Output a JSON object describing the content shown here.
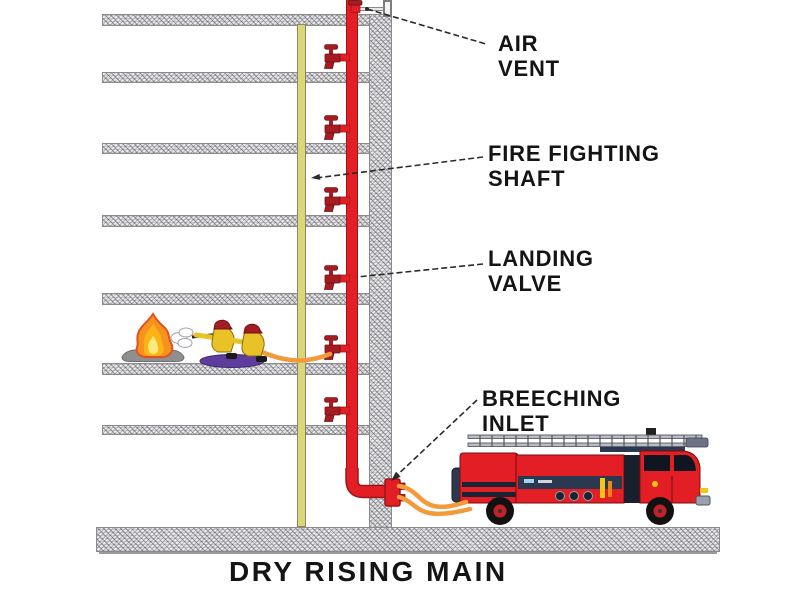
{
  "title": "DRY RISING MAIN",
  "labels": {
    "air_vent": {
      "line1": "AIR",
      "line2": "VENT"
    },
    "fire_fighting_shaft": {
      "line1": "FIRE FIGHTING",
      "line2": "SHAFT"
    },
    "landing_valve": {
      "line1": "LANDING",
      "line2": "VALVE"
    },
    "breeching_inlet": {
      "line1": "BREECHING",
      "line2": "INLET"
    }
  },
  "icons": [
    "air-vent-icon",
    "landing-valve-icon",
    "breeching-inlet-icon",
    "fire-icon",
    "firefighters-icon",
    "fire-hose-icon",
    "fire-truck-icon"
  ],
  "structure": {
    "floor_slabs": 7,
    "landing_valves": 6,
    "shaft_runs_full_height": true
  },
  "colors": {
    "pipe_red": "#e31e24",
    "valve_dark_red": "#a51d23",
    "shaft_yellow": "#d9d77a",
    "concrete_gray": "#ececec",
    "hose_orange": "#f39a3b",
    "flame_orange": "#f6921e",
    "flame_yellow": "#ffe97a",
    "suit_yellow": "#e8c227",
    "mat_purple": "#5f3d9c",
    "truck_navy": "#2b3950",
    "text_black": "#141414"
  }
}
